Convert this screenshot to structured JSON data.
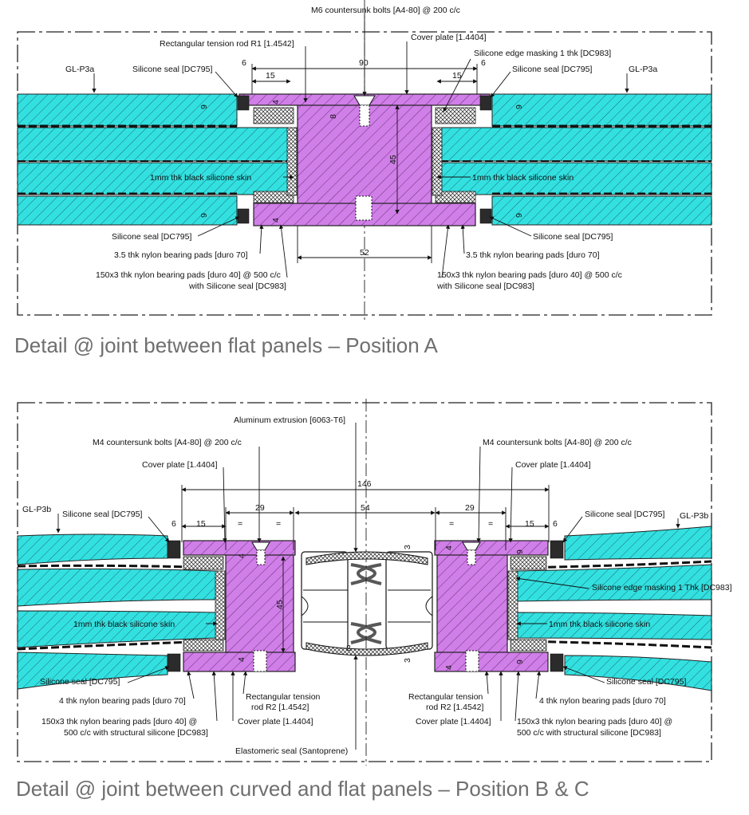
{
  "detail_a": {
    "caption": "Detail @ joint between flat panels – Position A",
    "labels": {
      "bolts": "M6 countersunk bolts [A4-80] @ 200 c/c",
      "tension_rod": "Rectangular tension rod R1 [1.4542]",
      "cover_plate": "Cover plate [1.4404]",
      "edge_masking": "Silicone edge masking 1 thk [DC983]",
      "glass_left": "GL-P3a",
      "glass_right": "GL-P3a",
      "seal_top_left": "Silicone seal [DC795]",
      "seal_top_right": "Silicone seal [DC795]",
      "skin_left": "1mm thk black silicone skin",
      "skin_right": "1mm thk black silicone skin",
      "seal_bottom_left": "Silicone seal [DC795]",
      "seal_bottom_right": "Silicone seal [DC795]",
      "pads_left": "3.5 thk nylon bearing pads [duro 70]",
      "pads_right": "3.5 thk nylon bearing pads [duro 70]",
      "pads40_left_1": "150x3 thk nylon bearing pads [duro 40] @ 500 c/c",
      "pads40_left_2": "with Silicone seal [DC983]",
      "pads40_right_1": "150x3 thk nylon bearing pads [duro 40] @ 500 c/c",
      "pads40_right_2": "with Silicone seal [DC983]"
    },
    "dims": {
      "d90": "90",
      "d6_left": "6",
      "d6_right": "6",
      "d15_left": "15",
      "d15_right": "15",
      "d9_tl": "9",
      "d9_tr": "9",
      "d9_bl": "9",
      "d9_br": "9",
      "d4_top": "4",
      "d4_bottom": "4",
      "d8": "8",
      "d45": "45",
      "d52": "52"
    }
  },
  "detail_bc": {
    "caption": "Detail @ joint between curved and flat panels – Position B & C",
    "labels": {
      "extrusion": "Aluminum extrusion [6063-T6]",
      "bolts_left": "M4 countersunk bolts [A4-80] @ 200 c/c",
      "bolts_right": "M4 countersunk bolts [A4-80] @ 200 c/c",
      "cover_left": "Cover plate [1.4404]",
      "cover_right": "Cover plate [1.4404]",
      "glass_left": "GL-P3b",
      "glass_right": "GL-P3b",
      "seal_top_left": "Silicone seal [DC795]",
      "seal_top_right": "Silicone seal [DC795]",
      "edge_masking": "Silicone edge masking 1 Thk [DC983]",
      "skin_left": "1mm thk black silicone skin",
      "skin_right": "1mm thk black silicone skin",
      "seal_bottom_left": "Silicone seal [DC795]",
      "seal_bottom_right": "Silicone seal [DC795]",
      "pads_left": "4 thk nylon bearing pads [duro 70]",
      "pads_right": "4 thk nylon bearing pads [duro 70]",
      "rod_left_1": "Rectangular tension",
      "rod_left_2": "rod R2 [1.4542]",
      "rod_right_1": "Rectangular tension",
      "rod_right_2": "rod R2 [1.4542]",
      "pads40_left_1": "150x3 thk nylon bearing pads [duro 40] @",
      "pads40_left_2": "500 c/c with structural silicone [DC983]",
      "pads40_right_1": "150x3 thk nylon bearing pads [duro 40] @",
      "pads40_right_2": "500 c/c with structural silicone [DC983]",
      "cover_bottom_left": "Cover plate [1.4404]",
      "cover_bottom_right": "Cover plate [1.4404]",
      "elastomeric": "Elastomeric seal (Santoprene)"
    },
    "dims": {
      "d146": "146",
      "d29_left": "29",
      "d29_right": "29",
      "d54": "54",
      "d6_left": "6",
      "d6_right": "6",
      "d15_left": "15",
      "d15_right": "15",
      "eq1": "=",
      "eq2": "=",
      "eq3": "=",
      "eq4": "=",
      "d4_a": "4",
      "d4_b": "4",
      "d4_c": "4",
      "d4_d": "4",
      "d45": "45",
      "d9_a": "9",
      "d9_b": "9",
      "d3_a": "3",
      "d3_b": "3",
      "d2": "2"
    }
  },
  "colors": {
    "glass": "#33e0e0",
    "metal": "#d07ee8",
    "caption": "#6f6f6f"
  }
}
